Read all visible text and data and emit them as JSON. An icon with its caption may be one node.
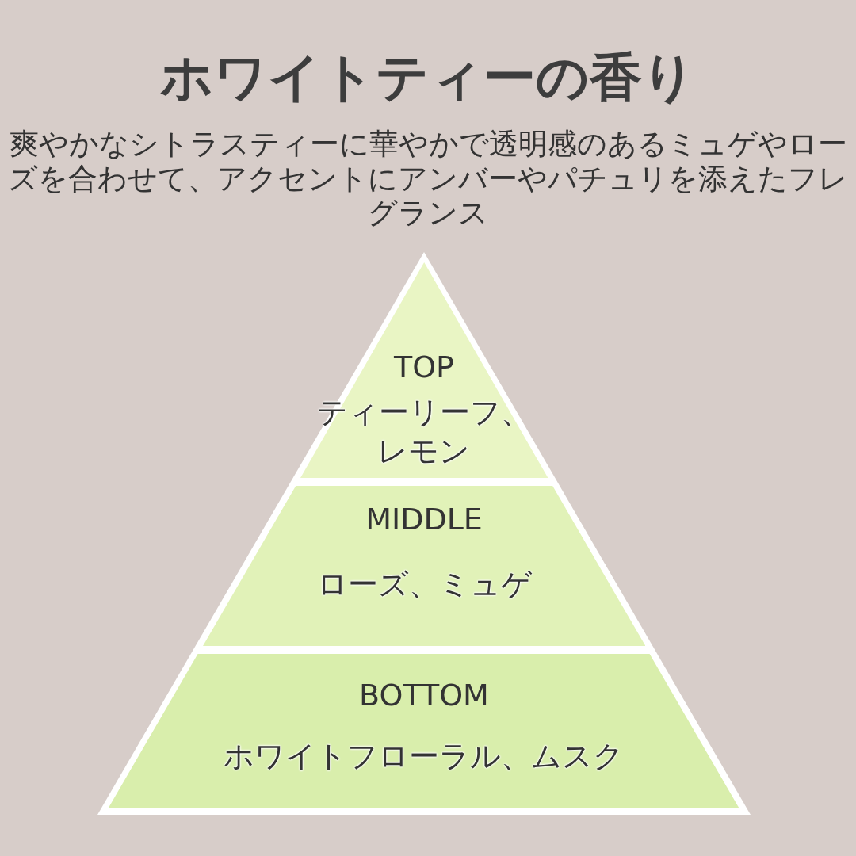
{
  "diagram": {
    "title": "ホワイトティーの香り",
    "nodes": [
      {
        "text": [
          "TOP",
          "ティーリーフ、レモン"
        ]
      },
      {
        "text": [
          "MIDDLE",
          "ローズ、ミュゲ"
        ]
      },
      {
        "text": [
          "BOTTOM",
          "ホワイトフローラル、ムスク"
        ]
      }
    ],
    "labels": [
      "爽やかなシトラスティーに華やかで透明感のあるミュゲやローズを合わせて、アクセントにアンバーやパチュリを添えたフレグランス"
    ]
  }
}
